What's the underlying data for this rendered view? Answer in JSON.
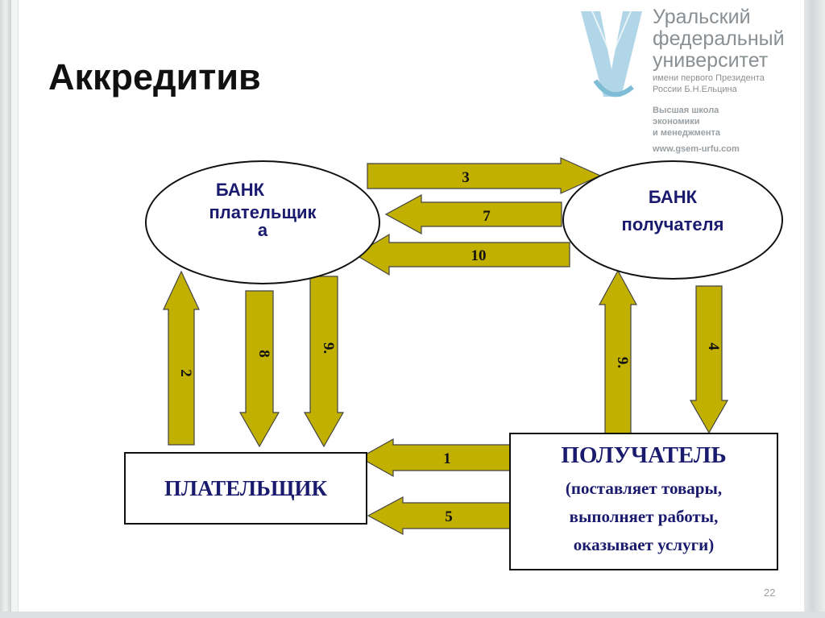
{
  "slide": {
    "title": "Аккредитив",
    "page_number": "22"
  },
  "logo": {
    "name_lines": [
      "Уральский",
      "федеральный",
      "университет"
    ],
    "president_lines": [
      "имени первого Президента",
      "России Б.Н.Ельцина"
    ],
    "school_lines": [
      "Высшая школа",
      "экономики",
      "и менеджмента"
    ],
    "website": "www.gsem-urfu.com"
  },
  "nodes": {
    "payer_bank": {
      "line1": "БАНК",
      "line2": "плательщик",
      "line3": "а"
    },
    "receiver_bank": {
      "line1": "БАНК",
      "line2": "получателя"
    },
    "payer": {
      "label": "ПЛАТЕЛЬЩИК"
    },
    "receiver": {
      "label": "ПОЛУЧАТЕЛЬ",
      "desc1": "(поставляет товары,",
      "desc2": "выполняет работы,",
      "desc3": "оказывает услуги)"
    }
  },
  "arrows": {
    "a3": "3",
    "a7": "7",
    "a10": "10",
    "a2": "2",
    "a8": "8",
    "a9_left": "9.",
    "a9_right": "9.",
    "a4": "4",
    "a1": "1",
    "a5": "5"
  },
  "colors": {
    "arrow_fill": "#c2b000",
    "outline": "#111111",
    "node_text": "#1a1a6e"
  }
}
